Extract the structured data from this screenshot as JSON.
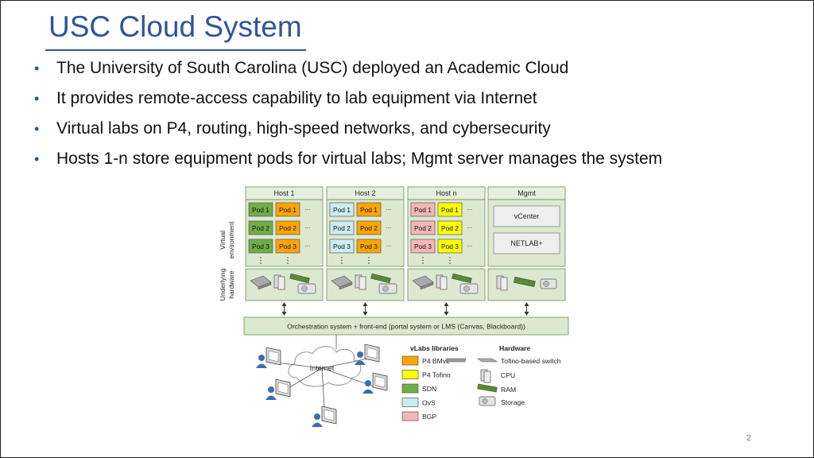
{
  "slide": {
    "title": "USC Cloud System",
    "bullets": [
      "The University of South Carolina (USC) deployed an Academic Cloud",
      "It provides remote-access capability to lab equipment via Internet",
      "Virtual labs on P4, routing, high-speed networks, and cybersecurity",
      "Hosts 1-n store equipment pods for virtual labs; Mgmt server manages the system"
    ],
    "page_number": "2"
  },
  "diagram": {
    "row_labels": {
      "virtual_line1": "Virtual",
      "virtual_line2": "environment",
      "hardware_line1": "Underlying",
      "hardware_line2": "hardware"
    },
    "hosts": [
      {
        "name": "Host 1",
        "pods_a": [
          "Pod 1",
          "Pod 2",
          "Pod 3"
        ],
        "pods_b": [
          "Pod 1",
          "Pod 2",
          "Pod 3"
        ],
        "color_a": "#70ad47",
        "color_b": "#ffa500"
      },
      {
        "name": "Host 2",
        "pods_a": [
          "Pod 1",
          "Pod 2",
          "Pod 3"
        ],
        "pods_b": [
          "Pod 1",
          "Pod 2",
          "Pod 3"
        ],
        "color_a": "#ccecf2",
        "color_b": "#ffa500"
      },
      {
        "name": "Host n",
        "pods_a": [
          "Pod 1",
          "Pod 2",
          "Pod 3"
        ],
        "pods_b": [
          "Pod 1",
          "Pod 2",
          "Pod 3"
        ],
        "color_a": "#f4b6b6",
        "color_b": "#ffff00"
      }
    ],
    "ellipsis": "...",
    "mgmt": {
      "name": "Mgmt",
      "items": [
        "vCenter",
        "NETLAB+"
      ]
    },
    "orchestration": "Orchestration system + front-end (portal system or LMS (Canvas, Blackboard))",
    "internet": "Internet",
    "vlabs_legend": {
      "title": "vLabs libraries",
      "items": [
        {
          "label": "P4 BMv2",
          "color": "#ffa500"
        },
        {
          "label": "P4 Tofino",
          "color": "#ffff00"
        },
        {
          "label": "SDN",
          "color": "#70ad47"
        },
        {
          "label": "OvS",
          "color": "#ccecf2"
        },
        {
          "label": "BGP",
          "color": "#f4b6b6"
        }
      ]
    },
    "hardware_legend": {
      "title": "Hardware",
      "items": [
        {
          "label": "Tofino-based switch",
          "icon": "switch-icon"
        },
        {
          "label": "CPU",
          "icon": "cpu-icon"
        },
        {
          "label": "RAM",
          "icon": "ram-icon"
        },
        {
          "label": "Storage",
          "icon": "storage-icon"
        }
      ]
    },
    "colors": {
      "panel_fill": "#dbe9d0",
      "panel_stroke": "#6a8f4e",
      "title_blue": "#2f5597"
    }
  }
}
